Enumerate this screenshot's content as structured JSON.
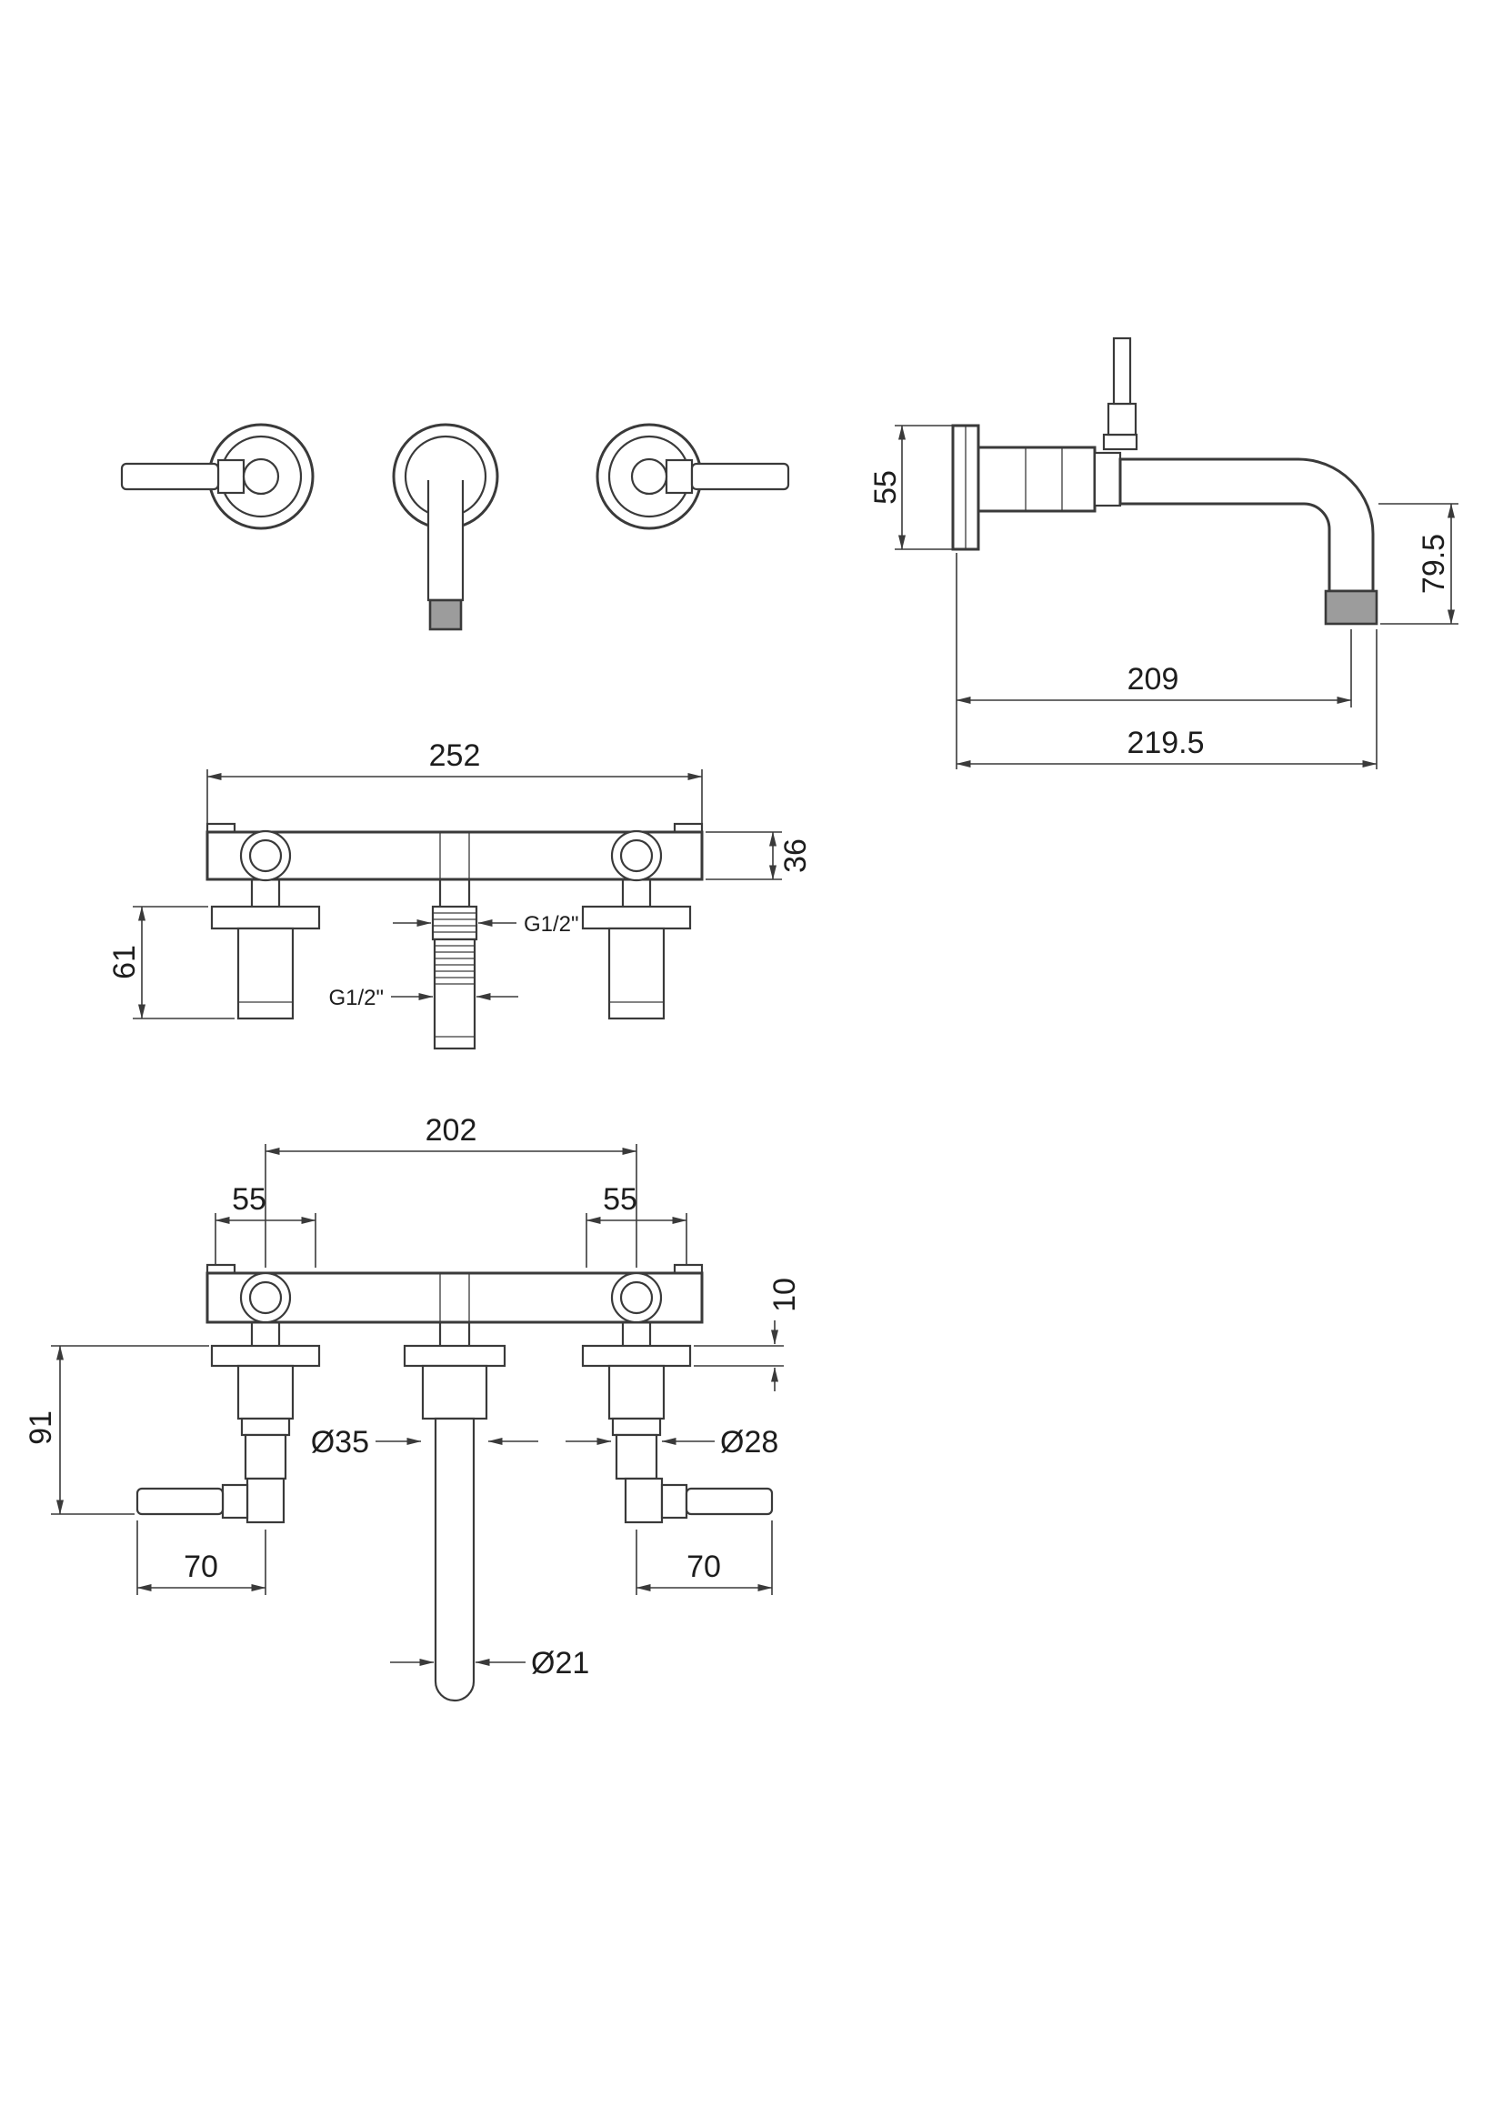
{
  "drawing": {
    "type": "technical-dimension-drawing",
    "subject": "wall-mounted 3-hole basin mixer tap",
    "line_color": "#3a3a3a",
    "background": "#ffffff"
  },
  "side_view": {
    "plate_height": "55",
    "spout_drop": "79.5",
    "spout_reach": "209",
    "overall_reach": "219.5"
  },
  "plan_view": {
    "overall_width": "252",
    "body_height": "36",
    "valve_length": "61",
    "thread_top": "G1/2\"",
    "thread_bottom": "G1/2\""
  },
  "front_view": {
    "hole_centres": "202",
    "plate_dia_left": "55",
    "plate_dia_right": "55",
    "plate_thickness": "10",
    "handle_drop": "91",
    "spout_body_dia": "Ø35",
    "valve_body_dia": "Ø28",
    "handle_reach_left": "70",
    "handle_reach_right": "70",
    "spout_tube_dia": "Ø21"
  }
}
